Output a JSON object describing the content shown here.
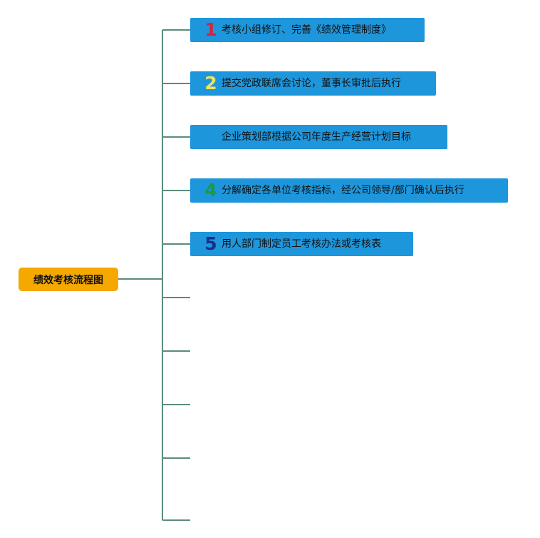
{
  "root": {
    "label": "绩效考核流程图",
    "color": "#F5A800"
  },
  "connector_color": "#5A8C7E",
  "step_color": "#1E96DC",
  "steps": [
    {
      "number": "1",
      "number_color": "#D4253A",
      "text": "考核小组修订、完善《绩效管理制度》"
    },
    {
      "number": "2",
      "number_color": "#F2E35A",
      "text": "提交党政联席会讨论，董事长审批后执行"
    },
    {
      "number": "",
      "number_color": "#1E96DC",
      "text": "企业策划部根据公司年度生产经营计划目标"
    },
    {
      "number": "4",
      "number_color": "#1F9A3A",
      "text": "分解确定各单位考核指标，经公司领导/部门确认后执行"
    },
    {
      "number": "5",
      "number_color": "#1A2F8A",
      "text": "用人部门制定员工考核办法或考核表"
    }
  ]
}
